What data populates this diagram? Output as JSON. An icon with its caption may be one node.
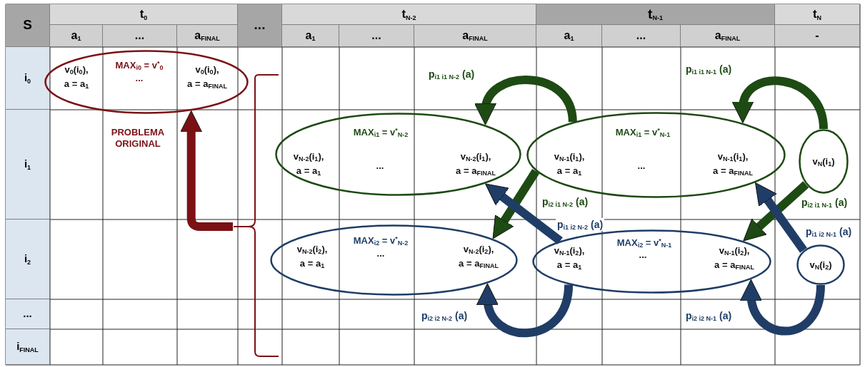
{
  "diagram": {
    "nodes": [
      {
        "text": [
          "v$_{0}$(i$_{0}$), a = a$_{1}$",
          "MAX$_{i0}$ = v$^{*}$$_{0}$",
          "...",
          "v$_{0}$(i$_{0}$), a = a$_{FINAL}$"
        ]
      },
      {
        "text": [
          "v$_{N-2}$(i$_{1}$), a = a$_{1}$",
          "MAX$_{i1}$ = v$^{*}$$_{N-2}$",
          "...",
          "v$_{N-2}$(i$_{1}$), a = a$_{FINAL}$"
        ]
      },
      {
        "text": [
          "v$_{N-1}$(i$_{1}$), a = a$_{1}$",
          "MAX$_{i1}$ = v$^{*}$$_{N-1}$",
          "...",
          "v$_{N-1}$(i$_{1}$), a = a$_{FINAL}$"
        ]
      },
      {
        "text": [
          "v$_{N}$(i$_{1}$)"
        ]
      },
      {
        "text": [
          "v$_{N-2}$(i$_{2}$), a = a$_{1}$",
          "MAX$_{i2}$ = v$^{*}$$_{N-2}$",
          "...",
          "v$_{N-2}$(i$_{2}$), a = a$_{FINAL}$"
        ]
      },
      {
        "text": [
          "v$_{N-1}$(i$_{2}$), a = a$_{1}$",
          "MAX$_{i2}$ = v$^{*}$$_{N-1}$",
          "...",
          "v$_{N-1}$(i$_{2}$), a = a$_{FINAL}$"
        ]
      },
      {
        "text": [
          "v$_{N}$(i$_{2}$)"
        ]
      },
      {
        "text": [],
        "shape": "bracket"
      }
    ],
    "edges": [
      {
        "from": 7,
        "to": 0,
        "arrow": "to",
        "color": "#7b1114"
      },
      {
        "from": 2,
        "to": 1,
        "arrow": "to",
        "label": "p$_{i1 i1 N-2}$ (a)",
        "color": "#1e4a14"
      },
      {
        "from": 3,
        "to": 2,
        "arrow": "to",
        "label": "p$_{i1 i1 N-1}$ (a)",
        "color": "#1e4a14"
      },
      {
        "from": 2,
        "to": 4,
        "arrow": "to",
        "label": "p$_{i2 i1 N-2}$ (a)",
        "color": "#1e4a14"
      },
      {
        "from": 3,
        "to": 5,
        "arrow": "to",
        "label": "p$_{i2 i1 N-1}$ (a)",
        "color": "#1e4a14"
      },
      {
        "from": 5,
        "to": 1,
        "arrow": "to",
        "label": "p$_{i1 i2 N-2}$ (a)",
        "color": "#1f3d66"
      },
      {
        "from": 6,
        "to": 2,
        "arrow": "to",
        "label": "p$_{i1 i2 N-1}$ (a)",
        "color": "#1f3d66"
      },
      {
        "from": 5,
        "to": 4,
        "arrow": "to",
        "label": "p$_{i2 i2 N-2}$ (a)",
        "color": "#1f3d66"
      },
      {
        "from": 6,
        "to": 5,
        "arrow": "to",
        "label": "p$_{i2 i2 N-1}$ (a)",
        "color": "#1f3d66"
      }
    ],
    "labels": [
      "S",
      "t$_{0}$",
      "...",
      "t$_{N-2}$",
      "t$_{N-1}$",
      "t$_{N}$",
      "a$_{1}$",
      "...",
      "a$_{FINAL}$",
      "a$_{1}$",
      "...",
      "a$_{FINAL}$",
      "a$_{1}$",
      "...",
      "a$_{FINAL}$",
      "-",
      "i$_{0}$",
      "i$_{1}$",
      "i$_{2}$",
      "...",
      "i$_{FINAL}$",
      "PROBLEMA ORIGINAL"
    ]
  }
}
